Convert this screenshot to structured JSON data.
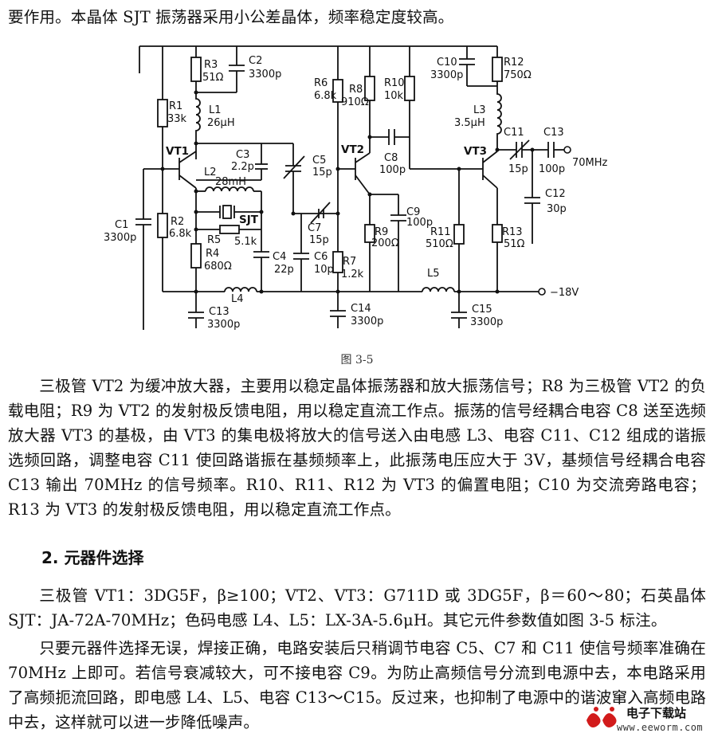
{
  "intro_line": "要作用。本晶体 SJT 振荡器采用小公差晶体，频率稳定度较高。",
  "figure": {
    "caption": "图 3-5",
    "output_label": "70MHz",
    "supply_label": "−18V",
    "transistors": {
      "vt1": "VT1",
      "vt2": "VT2",
      "vt3": "VT3"
    },
    "crystal": "SJT",
    "components": {
      "r1": [
        "R1",
        "33k"
      ],
      "r2": [
        "R2",
        "6.8k"
      ],
      "r3": [
        "R3",
        "51Ω"
      ],
      "r4": [
        "R4",
        "680Ω"
      ],
      "r5": [
        "R5",
        "5.1k"
      ],
      "r6": [
        "R6",
        "6.8k"
      ],
      "r7": [
        "R7",
        "1.2k"
      ],
      "r8": [
        "R8",
        "910Ω"
      ],
      "r9": [
        "R9",
        "200Ω"
      ],
      "r10": [
        "R10",
        "10k"
      ],
      "r11": [
        "R11",
        "510Ω"
      ],
      "r12": [
        "R12",
        "750Ω"
      ],
      "r13": [
        "R13",
        "51Ω"
      ],
      "c1": [
        "C1",
        "3300p"
      ],
      "c2": [
        "C2",
        "3300p"
      ],
      "c3": [
        "C3",
        "2.2p"
      ],
      "c4": [
        "C4",
        "22p"
      ],
      "c5": [
        "C5",
        "15p"
      ],
      "c6": [
        "C6",
        "10p"
      ],
      "c7": [
        "C7",
        "15p"
      ],
      "c8": [
        "C8",
        "100p"
      ],
      "c9": [
        "C9",
        "100p"
      ],
      "c10": [
        "C10",
        "3300p"
      ],
      "c11": [
        "C11",
        "15p"
      ],
      "c12": [
        "C12",
        "30p"
      ],
      "c13a": [
        "C13",
        "3300p"
      ],
      "c13b": [
        "C13",
        "100p"
      ],
      "c14": [
        "C14",
        "3300p"
      ],
      "c15": [
        "C15",
        "3300p"
      ],
      "l1": [
        "L1",
        "26μH"
      ],
      "l2": [
        "L2",
        "28mH"
      ],
      "l3": [
        "L3",
        "3.5μH"
      ],
      "l4": [
        "L4",
        ""
      ],
      "l5": [
        "L5",
        ""
      ]
    }
  },
  "body_paragraph": "三极管 VT2 为缓冲放大器，主要用以稳定晶体振荡器和放大振荡信号；R8 为三极管 VT2 的负载电阻；R9 为 VT2 的发射极反馈电阻，用以稳定直流工作点。振荡的信号经耦合电容 C8 送至选频放大器 VT3 的基极，由 VT3 的集电极将放大的信号送入由电感 L3、电容 C11、C12 组成的谐振选频回路，调整电容 C11 使回路谐振在基频频率上，此振荡电压应大于 3V，基频信号经耦合电容 C13 输出 70MHz 的信号频率。R10、R11、R12 为 VT3 的偏置电阻；C10 为交流旁路电容；R13 为 VT3 的发射极反馈电阻，用以稳定直流工作点。",
  "section_heading": "2. 元器件选择",
  "components_paragraph": "三极管 VT1：3DG5F，β≥100；VT2、VT3：G711D 或 3DG5F，β＝60～80；石英晶体 SJT：JA-72A-70MHz；色码电感 L4、L5：LX-3A-5.6μH。其它元件参数值如图 3-5 标注。",
  "final_paragraph": "只要元器件选择无误，焊接正确，电路安装后只稍调节电容 C5、C7 和 C11 使信号频率准确在 70MHz 上即可。若信号衰减较大，可不接电容 C9。为防止高频信号分流到电源中去，本电路采用了高频扼流回路，即电感 L4、L5、电容 C13～C15。反过来，也抑制了电源中的谐波窜入高频电路中去，这样就可以进一步降低噪声。",
  "watermark": {
    "title": "电子下载站",
    "url": "www.eeworm.com"
  }
}
